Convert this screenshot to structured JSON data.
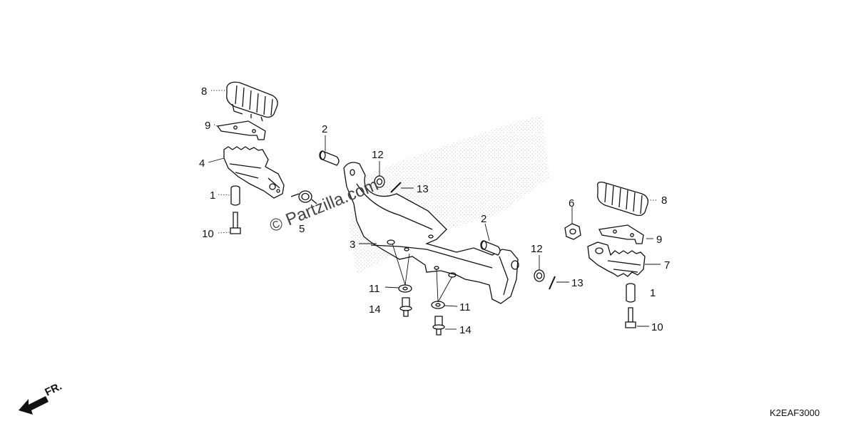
{
  "diagram": {
    "callouts": [
      {
        "id": "c8l",
        "text": "8"
      },
      {
        "id": "c9l",
        "text": "9"
      },
      {
        "id": "c4",
        "text": "4"
      },
      {
        "id": "c1l",
        "text": "1"
      },
      {
        "id": "c10l",
        "text": "10"
      },
      {
        "id": "c2a",
        "text": "2"
      },
      {
        "id": "c12a",
        "text": "12"
      },
      {
        "id": "c13a",
        "text": "13"
      },
      {
        "id": "c5",
        "text": "5"
      },
      {
        "id": "c3",
        "text": "3"
      },
      {
        "id": "c2b",
        "text": "2"
      },
      {
        "id": "c11a",
        "text": "11"
      },
      {
        "id": "c14a",
        "text": "14"
      },
      {
        "id": "c11b",
        "text": "11"
      },
      {
        "id": "c14b",
        "text": "14"
      },
      {
        "id": "c12b",
        "text": "12"
      },
      {
        "id": "c13b",
        "text": "13"
      },
      {
        "id": "c6",
        "text": "6"
      },
      {
        "id": "c8r",
        "text": "8"
      },
      {
        "id": "c9r",
        "text": "9"
      },
      {
        "id": "c7",
        "text": "7"
      },
      {
        "id": "c1r",
        "text": "1"
      },
      {
        "id": "c10r",
        "text": "10"
      }
    ],
    "direction_label": "FR.",
    "watermark": "© Partzilla.com",
    "diagram_code": "K2EAF3000"
  }
}
